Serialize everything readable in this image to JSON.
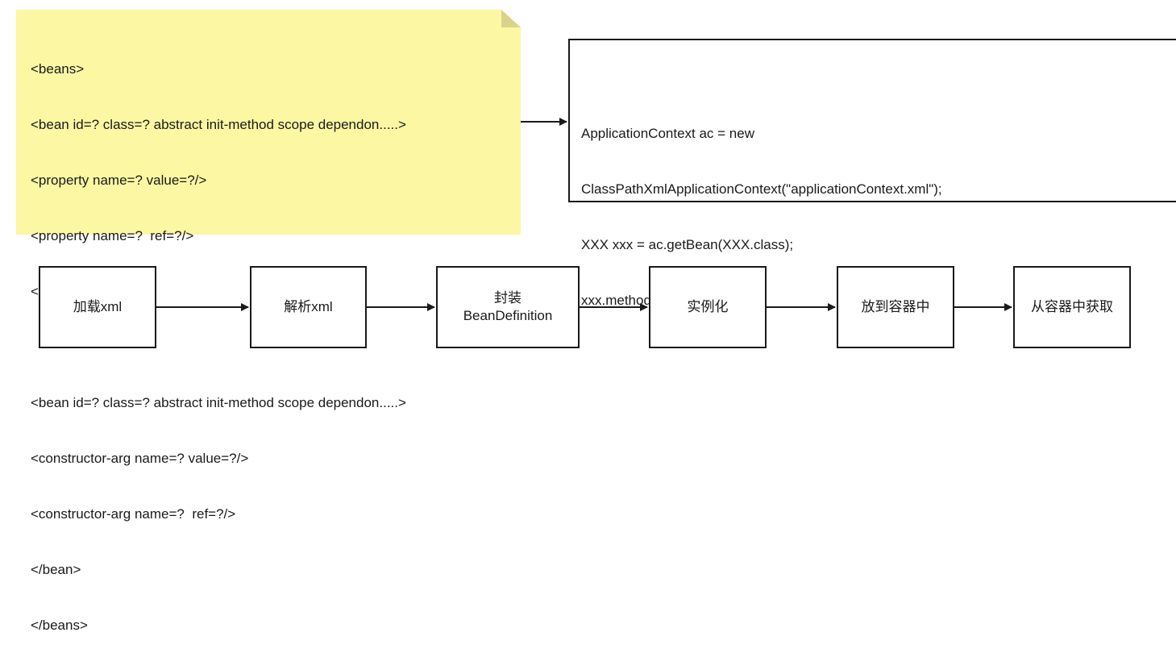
{
  "note": {
    "lines": [
      "<beans>",
      "<bean id=? class=? abstract init-method scope dependon.....>",
      "<property name=? value=?/>",
      "<property name=?  ref=?/>",
      "</bean>",
      "",
      "<bean id=? class=? abstract init-method scope dependon.....>",
      "<constructor-arg name=? value=?/>",
      "<constructor-arg name=?  ref=?/>",
      "</bean>",
      "</beans>"
    ]
  },
  "code": {
    "lines": [
      "ApplicationContext ac = new",
      "ClassPathXmlApplicationContext(\"applicationContext.xml\");",
      "XXX xxx = ac.getBean(XXX.class);",
      "xxx.method();"
    ]
  },
  "flow": {
    "steps": [
      "加载xml",
      "解析xml",
      "封装\nBeanDefinition",
      "实例化",
      "放到容器中",
      "从容器中获取"
    ]
  }
}
